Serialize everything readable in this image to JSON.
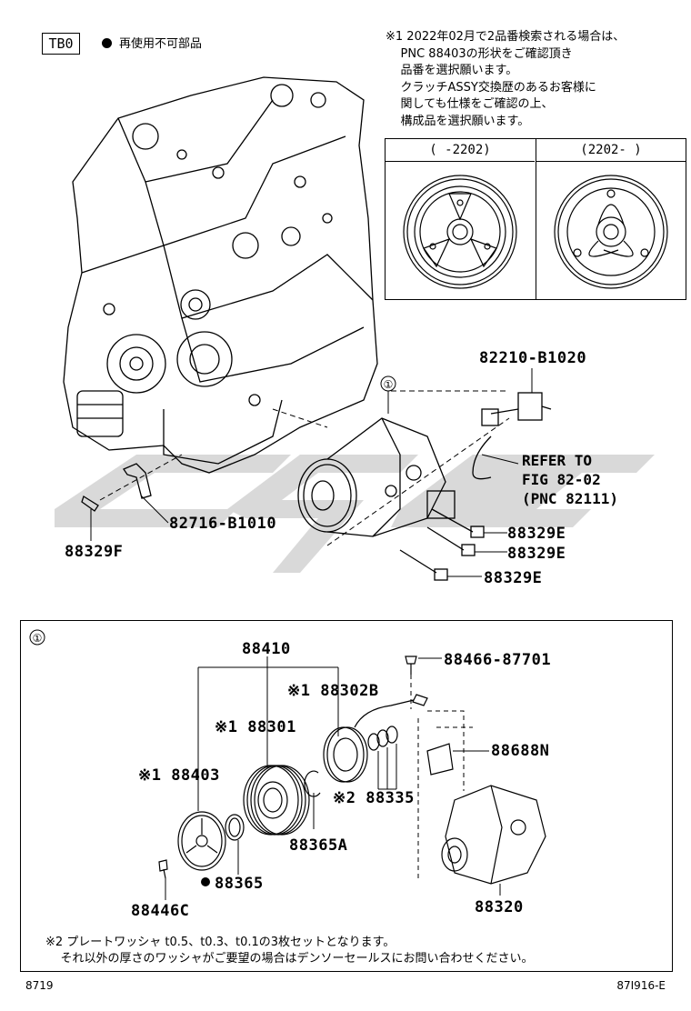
{
  "header": {
    "code_box": "TB0",
    "legend_text": "再使用不可部品"
  },
  "note1": {
    "lines": [
      "※1 2022年02月で2品番検索される場合は、",
      "    PNC 88403の形状をご確認頂き",
      "    品番を選択願います。",
      "    クラッチASSY交換歴のあるお客様に",
      "    関しても仕様をご確認の上、",
      "    構成品を選択願います。"
    ]
  },
  "variant_table": {
    "left_header": "(    -2202)",
    "right_header": "(2202-    )"
  },
  "upper_parts": {
    "circle_1": "①",
    "p82210": "82210-B1020",
    "refer": [
      "REFER TO",
      "FIG 82-02",
      "(PNC 82111)"
    ],
    "p82716": "82716-B1010",
    "p88329F": "88329F",
    "p88329E_a": "88329E",
    "p88329E_b": "88329E",
    "p88329E_c": "88329E"
  },
  "lower_panel": {
    "circle_1": "①",
    "p88410": "88410",
    "p88466": "88466-87701",
    "p88302B": "※1 88302B",
    "p88301": "※1 88301",
    "p88403": "※1 88403",
    "p88688N": "88688N",
    "p88335": "※2 88335",
    "p88365A": "88365A",
    "p88365": "88365",
    "p88446C": "88446C",
    "p88320": "88320"
  },
  "note2": {
    "lines": [
      "※2 プレートワッシャ t0.5、t0.3、t0.1の3枚セットとなります。",
      "    それ以外の厚さのワッシャがご要望の場合はデンソーセールスにお問い合わせください。"
    ]
  },
  "footer": {
    "left": "8719",
    "right": "87I916-E"
  },
  "colors": {
    "line": "#000000",
    "watermark": "#d9d9d9"
  }
}
